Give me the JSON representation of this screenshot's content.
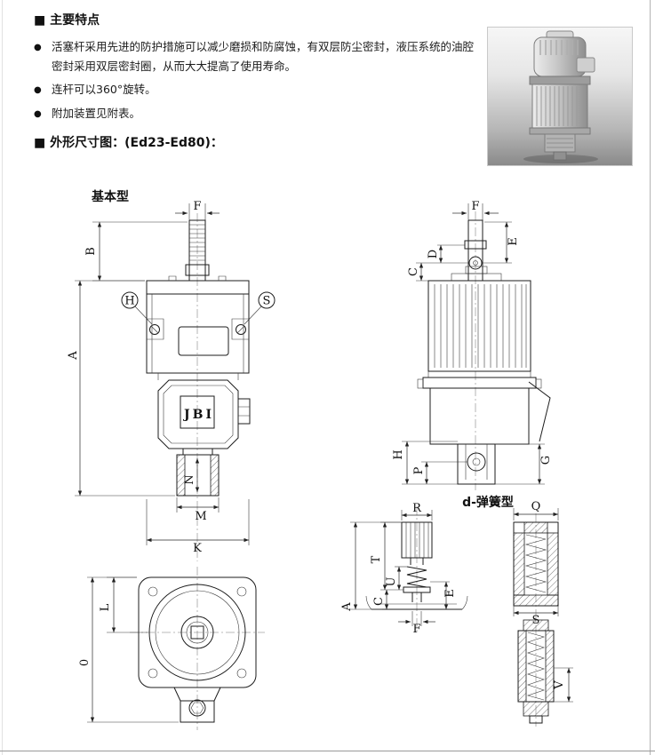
{
  "page": {
    "features": {
      "heading": "■ 主要特点",
      "bullet": "●",
      "items": [
        "活塞杆采用先进的防护措施可以减少磨损和防腐蚀，有双层防尘密封，液压系统的油腔密封采用双层密封圈，从而大大提高了使用寿命。",
        "连杆可以360°旋转。",
        "附加装置见附表。"
      ]
    },
    "dim_heading": "■ 外形尺寸图：(Ed23-Ed80)："
  },
  "drawings": {
    "basic_label": "基本型",
    "spring_label": "d-弹簧型",
    "brand": "JBI",
    "front": {
      "F": "F",
      "B": "B",
      "A": "A",
      "H": "H",
      "S": "S",
      "N": "N",
      "M": "M",
      "K": "K"
    },
    "side": {
      "F": "F",
      "C": "C",
      "D": "D",
      "E": "E",
      "H": "H",
      "P": "P",
      "G": "G"
    },
    "bottom": {
      "L": "L",
      "O": "0"
    },
    "spring_side": {
      "R": "R",
      "T": "T",
      "U": "U",
      "C": "C",
      "E": "E",
      "A": "A",
      "F": "F"
    },
    "spring_section": {
      "Q": "Q",
      "S": "S",
      "V": "V"
    }
  }
}
